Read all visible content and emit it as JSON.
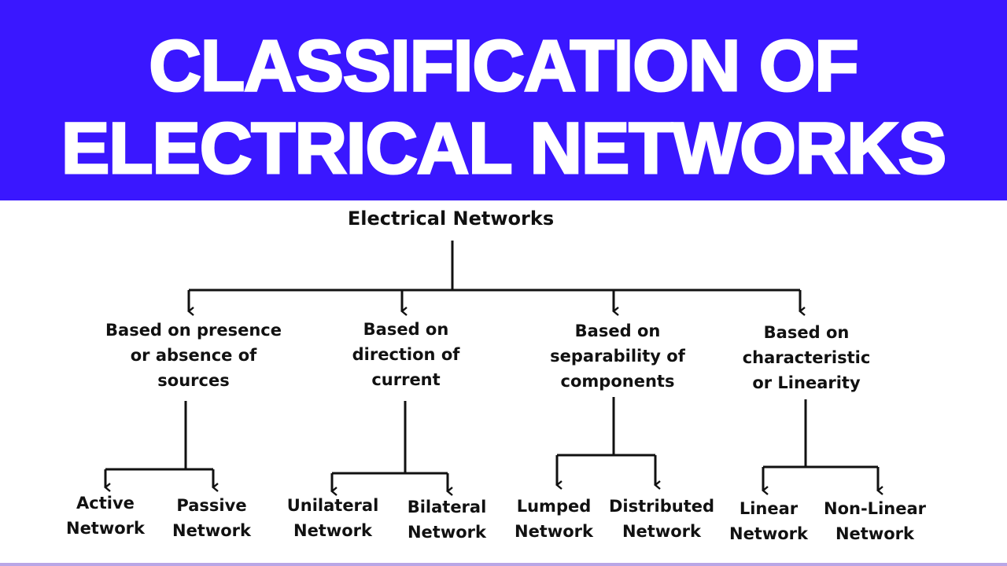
{
  "title": {
    "line1": "CLASSIFICATION OF",
    "line2": "ELECTRICAL NETWORKS",
    "background_color": "#3a17ff",
    "text_color": "#ffffff"
  },
  "tree": {
    "root": "Electrical Networks",
    "categories": [
      {
        "lines": [
          "Based on presence",
          "or absence of",
          "sources"
        ],
        "children": [
          {
            "lines": [
              "Active",
              "Network"
            ]
          },
          {
            "lines": [
              "Passive",
              "Network"
            ]
          }
        ]
      },
      {
        "lines": [
          "Based on",
          "direction of",
          "current"
        ],
        "children": [
          {
            "lines": [
              "Unilateral",
              "Network"
            ]
          },
          {
            "lines": [
              "Bilateral",
              "Network"
            ]
          }
        ]
      },
      {
        "lines": [
          "Based on",
          "separability of",
          "components"
        ],
        "children": [
          {
            "lines": [
              "Lumped",
              "Network"
            ]
          },
          {
            "lines": [
              "Distributed",
              "Network"
            ]
          }
        ]
      },
      {
        "lines": [
          "Based on",
          "characteristic",
          "or Linearity"
        ],
        "children": [
          {
            "lines": [
              "Linear",
              "Network"
            ]
          },
          {
            "lines": [
              "Non-Linear",
              "Network"
            ]
          }
        ]
      }
    ]
  }
}
